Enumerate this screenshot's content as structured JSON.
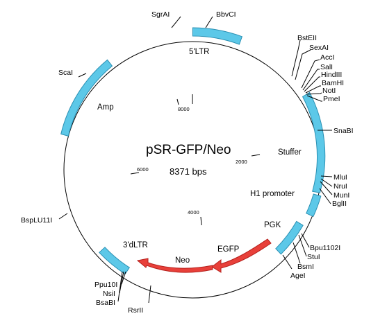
{
  "plasmid": {
    "name": "pSR-GFP/Neo",
    "size_label": "8371 bps"
  },
  "colors": {
    "backbone": "#000000",
    "segment_fill": "#5cc8e8",
    "segment_stroke": "#2a8fb2",
    "arrow_fill": "#e8403a",
    "arrow_stroke": "#b5201c"
  },
  "ticks": [
    "2000",
    "4000",
    "6000",
    "8000"
  ],
  "features": [
    "5'LTR",
    "Amp",
    "Stuffer",
    "H1 promoter",
    "PGK",
    "EGFP",
    "Neo",
    "3'dLTR"
  ],
  "sites": {
    "top": [
      "SgrAI",
      "BbvCI"
    ],
    "right_cluster": [
      "BstEII",
      "SexAI",
      "AccI",
      "SalI",
      "HindIII",
      "BamHI",
      "NotI",
      "PmeI"
    ],
    "right": [
      "SnaBI",
      "MluI",
      "NruI",
      "MunI",
      "BglII"
    ],
    "lower_right": [
      "Bpu1102I",
      "StuI",
      "BsmI",
      "AgeI"
    ],
    "bottom": [
      "Ppu10I",
      "NsiI",
      "BsaBI",
      "RsrII"
    ],
    "left": [
      "ScaI",
      "BspLU11I"
    ]
  }
}
